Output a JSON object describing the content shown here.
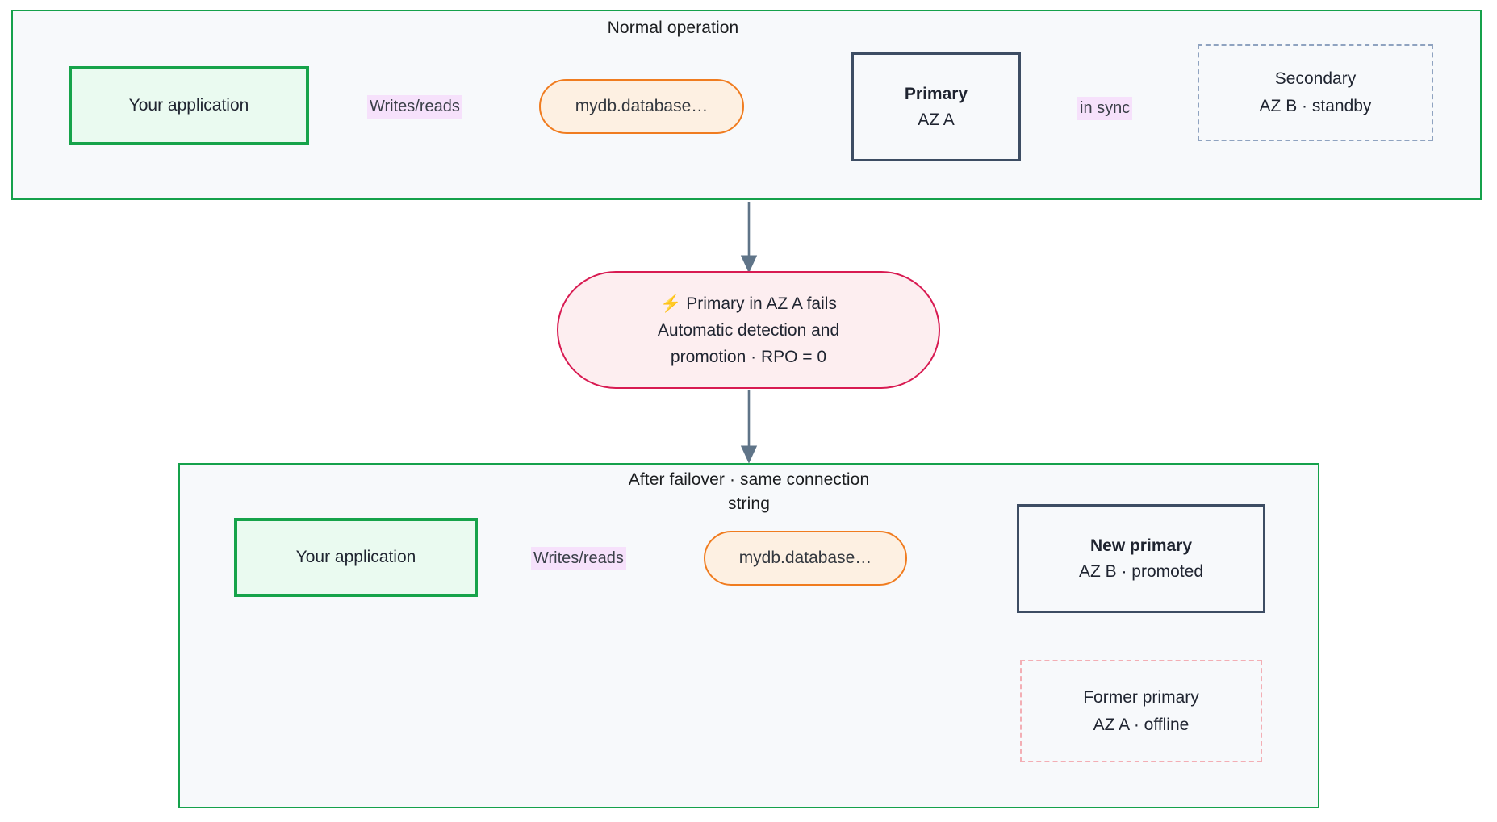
{
  "diagram": {
    "title_top": "Normal operation",
    "title_bottom": "After failover · same connection string",
    "colors": {
      "panel_border": "#15a14b",
      "panel_fill": "#f7f9fb",
      "app_border": "#16a34a",
      "app_fill": "#eafaf0",
      "pill_border": "#f07c1f",
      "pill_fill": "#fdf0e2",
      "db_border": "#3d4d63",
      "ghost_border": "#8fa3c0",
      "ghost_red_border": "#f3aeb4",
      "fail_border": "#d81b52",
      "fail_fill": "#fdeef0",
      "edge_line": "#5f7488",
      "edge_label_bg": "#f6e1fb"
    }
  },
  "top_panel": {
    "title": "Normal operation",
    "app": {
      "label": "Your application"
    },
    "endpoint": {
      "label": "mydb.database…"
    },
    "primary": {
      "line1": "Primary",
      "line2": "AZ A"
    },
    "secondary": {
      "line1": "Secondary",
      "line2": "AZ B · standby"
    },
    "edges": {
      "app_to_endpoint": "Writes/reads",
      "primary_to_secondary": "in sync"
    }
  },
  "failure_node": {
    "icon": "lightning-bolt-icon",
    "bolt": "⚡",
    "line1": "Primary in AZ A fails",
    "line2": "Automatic detection and",
    "line3": "promotion · RPO = 0"
  },
  "bottom_panel": {
    "title_line1": "After failover · same connection",
    "title_line2": "string",
    "app": {
      "label": "Your application"
    },
    "endpoint": {
      "label": "mydb.database…"
    },
    "new_primary": {
      "line1": "New primary",
      "line2": "AZ B · promoted"
    },
    "former_primary": {
      "line1": "Former primary",
      "line2": "AZ A · offline"
    },
    "edges": {
      "app_to_endpoint": "Writes/reads"
    }
  }
}
